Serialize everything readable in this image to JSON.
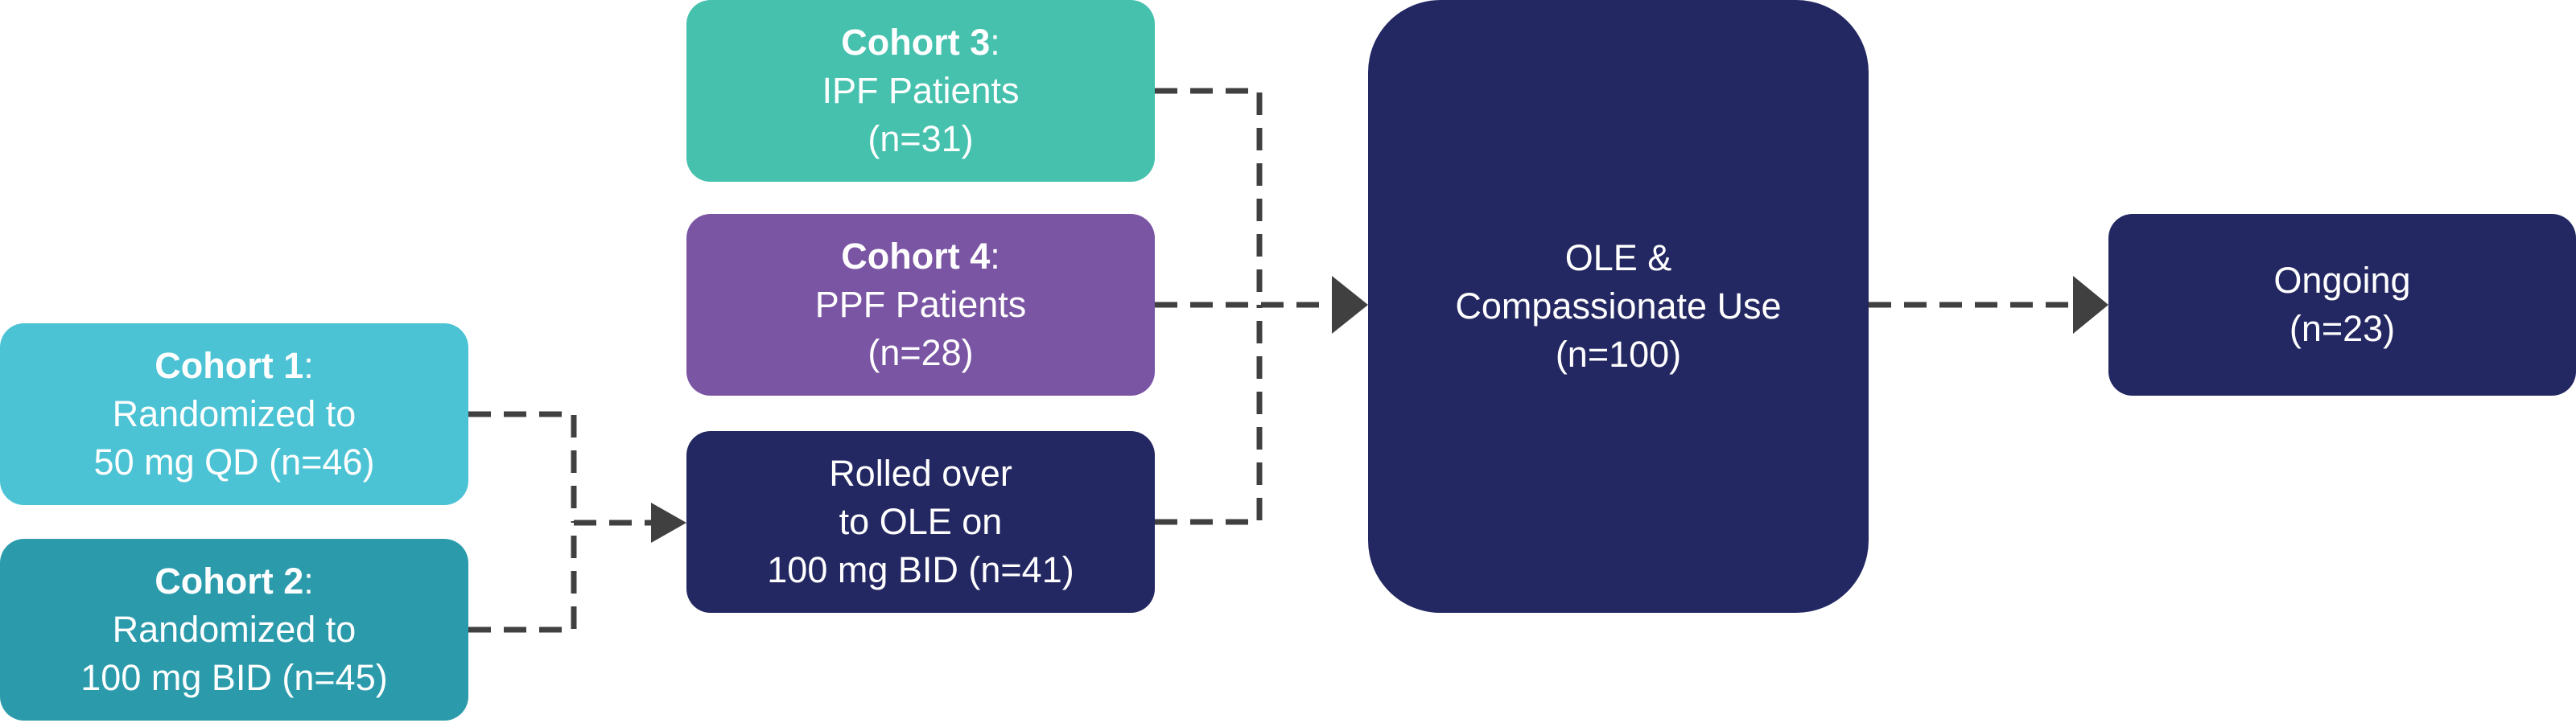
{
  "nodes": {
    "cohort3": {
      "title": "Cohort 3",
      "sep": ":",
      "lines": [
        "IPF Patients",
        "(n=31)"
      ],
      "color": "#45c1ae"
    },
    "cohort4": {
      "title": "Cohort 4",
      "sep": ":",
      "lines": [
        "PPF Patients",
        "(n=28)"
      ],
      "color": "#7a55a3"
    },
    "cohort1": {
      "title": "Cohort 1",
      "sep": ":",
      "lines": [
        "Randomized to",
        "50 mg QD (n=46)"
      ],
      "color": "#4bc3d5"
    },
    "cohort2": {
      "title": "Cohort 2",
      "sep": ":",
      "lines": [
        "Randomized to",
        "100 mg BID (n=45)"
      ],
      "color": "#2b9bac"
    },
    "rolled": {
      "lines": [
        "Rolled over",
        "to OLE on",
        "100 mg BID (n=41)"
      ],
      "color": "#242862"
    },
    "ole": {
      "lines": [
        "OLE &",
        "Compassionate Use",
        "(n=100)"
      ],
      "color": "#242862"
    },
    "ongoing": {
      "lines": [
        "Ongoing",
        "(n=23)"
      ],
      "color": "#242862"
    }
  },
  "connector_color": "#404040",
  "edges": [
    {
      "from": "cohort1",
      "to": "rolled"
    },
    {
      "from": "cohort2",
      "to": "rolled"
    },
    {
      "from": "cohort3",
      "to": "ole"
    },
    {
      "from": "cohort4",
      "to": "ole"
    },
    {
      "from": "rolled",
      "to": "ole"
    },
    {
      "from": "ole",
      "to": "ongoing"
    }
  ]
}
